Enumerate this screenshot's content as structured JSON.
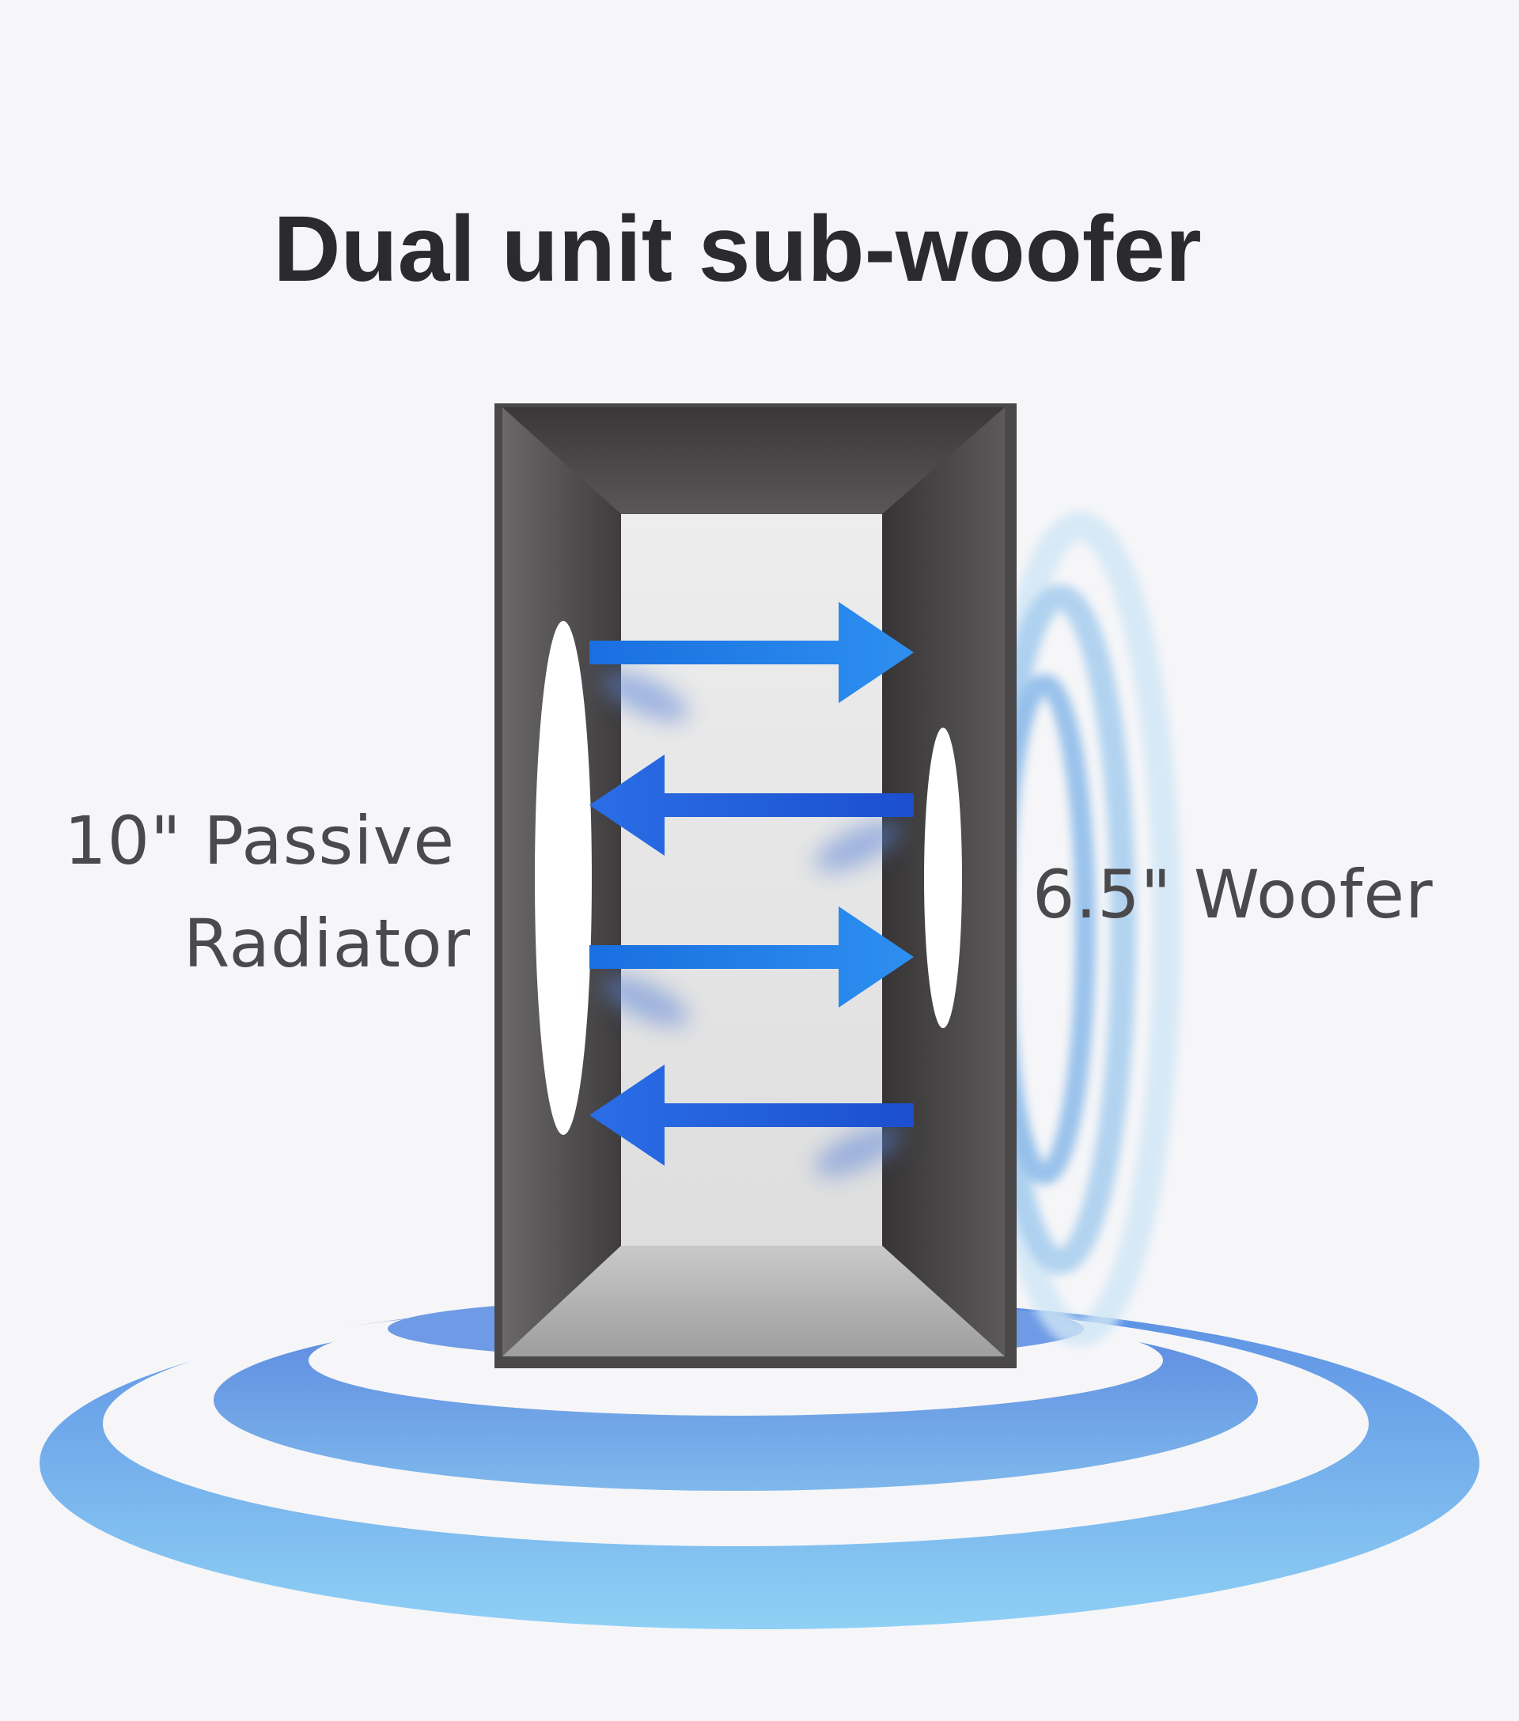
{
  "title": "Dual unit sub-woofer",
  "passive_radiator_label": {
    "line1": "10\" Passive",
    "line2": "Radiator"
  },
  "woofer_label": "6.5\" Woofer",
  "colors": {
    "background": "#f6f6f8",
    "enclosure_dark": "#4a4849",
    "enclosure_inner": "#e6e6e6",
    "arrow_blue": "#1f7be8",
    "wave_blue": "#5a9ae6",
    "sound_ring_light": "#a9d2ef"
  },
  "arrows": [
    {
      "direction": "right"
    },
    {
      "direction": "left"
    },
    {
      "direction": "right"
    },
    {
      "direction": "left"
    }
  ]
}
